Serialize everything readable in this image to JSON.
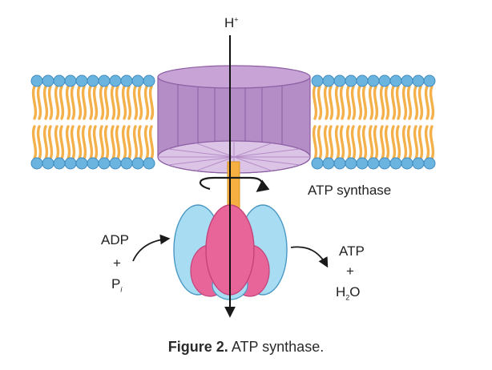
{
  "labels": {
    "proton": "H",
    "proton_charge": "+",
    "enzyme": "ATP synthase",
    "reactant_1": "ADP",
    "reactant_plus": "+",
    "reactant_2": "P",
    "reactant_2_sub": "i",
    "product_1": "ATP",
    "product_plus": "+",
    "product_2": "H",
    "product_2_sub": "2",
    "product_2_tail": "O"
  },
  "caption": {
    "figure_label": "Figure 2.",
    "text": "ATP synthase."
  },
  "colors": {
    "lipid_head": "#6cb4e0",
    "lipid_tail": "#f4b04a",
    "rotor_purple": "#b48cc6",
    "rotor_top": "#d4b8df",
    "stalk_orange": "#f6b042",
    "subunit_blue": "#a8dcf2",
    "subunit_pink": "#e8659a",
    "arrow": "#1a1a1a"
  }
}
